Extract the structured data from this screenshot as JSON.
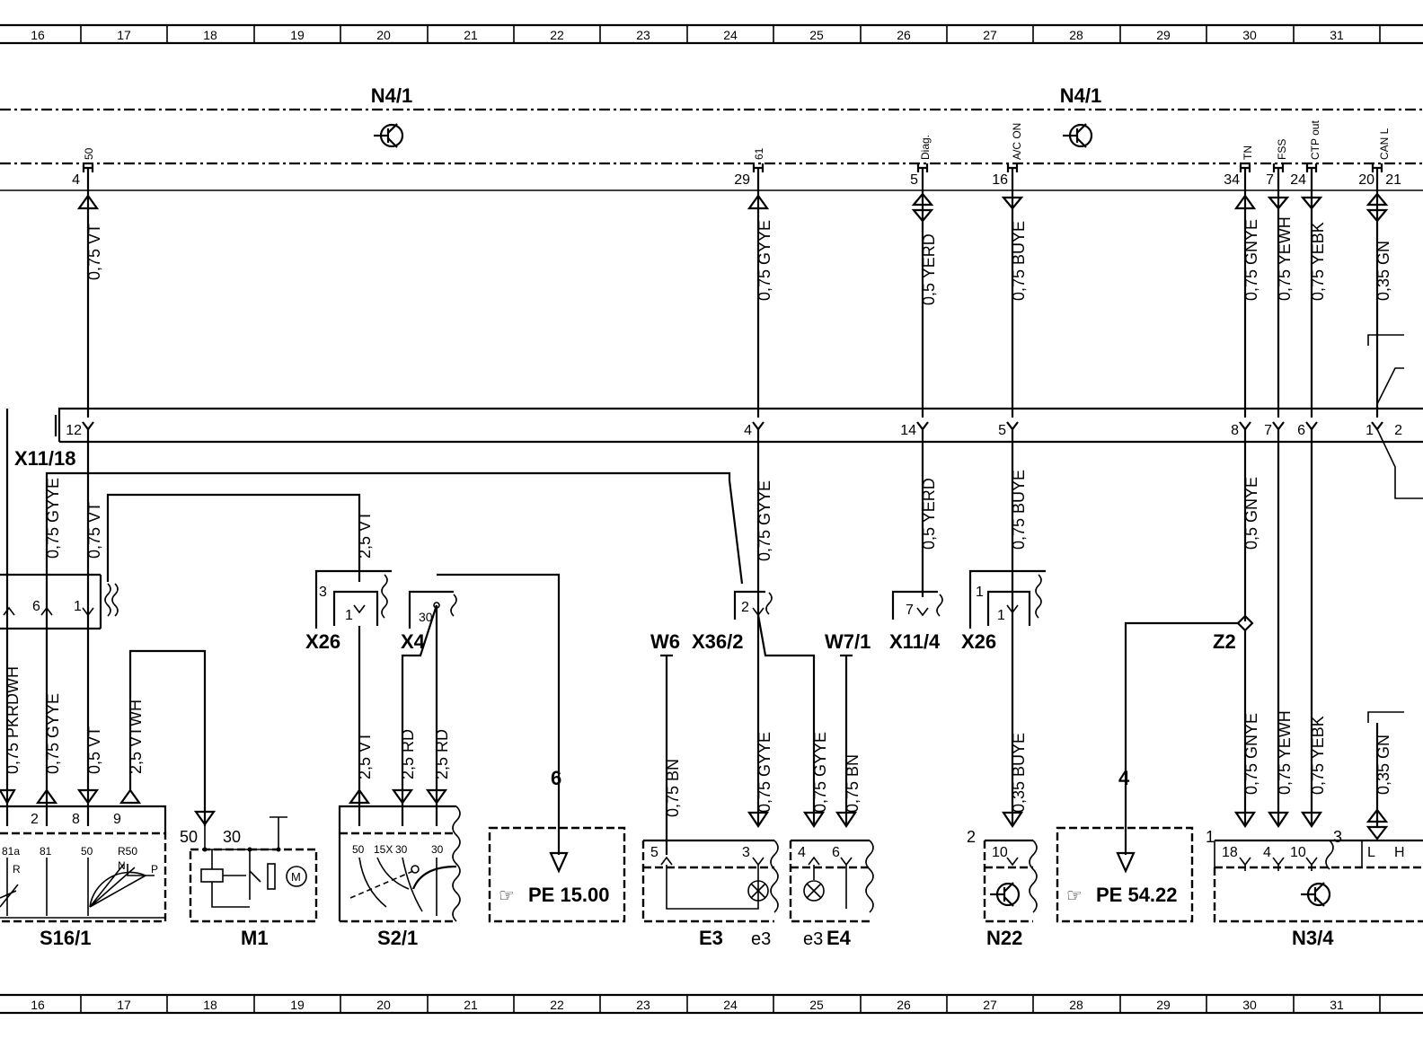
{
  "grid_numbers": [
    "16",
    "17",
    "18",
    "19",
    "20",
    "21",
    "22",
    "23",
    "24",
    "25",
    "26",
    "27",
    "28",
    "29",
    "30",
    "31"
  ],
  "control_unit": {
    "label_left": "N4/1",
    "label_right": "N4/1"
  },
  "pin_signals": [
    "50",
    "61",
    "Diag.",
    "A/C ON",
    "TN",
    "FSS",
    "CTP out",
    "CAN L"
  ],
  "pins_top": [
    "4",
    "29",
    "5",
    "16",
    "34",
    "7",
    "24",
    "20",
    "21"
  ],
  "connector_x11_18": {
    "label": "X11/18",
    "pins": [
      "12",
      "4",
      "14",
      "5",
      "8",
      "7",
      "6",
      "1",
      "2"
    ]
  },
  "wires_upper": [
    "0,75 VT",
    "0,75 GYYE",
    "0,5 YERD",
    "0,75 BUYE",
    "0,75 GNYE",
    "0,75 YEWH",
    "0,75 YEBK",
    "0,35 GN"
  ],
  "wires_mid": [
    "0,75 GYYE",
    "0,75 VT",
    "2,5 VT",
    "0,75 GYYE",
    "0,5 YERD",
    "0,75 BUYE",
    "0,5 GNYE"
  ],
  "wires_lower": [
    "0,75 PKRDWH",
    "0,75 GYYE",
    "0,5 VT",
    "2,5 VTWH",
    "2,5 VT",
    "2,5 RD",
    "2,5 RD",
    "0,75 BN",
    "0,75 GYYE",
    "0,75 GYYE",
    "0,75 BN",
    "0,35 BUYE",
    "0,75 GNYE",
    "0,75 YEWH",
    "0,75 YEBK",
    "0,35 GN"
  ],
  "connectors": [
    "X26",
    "X4",
    "W6",
    "X36/2",
    "W7/1",
    "X11/4",
    "X26",
    "Z2"
  ],
  "connector_pins": [
    "6",
    "1",
    "3",
    "1",
    "30",
    "2",
    "7",
    "1",
    "1"
  ],
  "components": [
    "S16/1",
    "M1",
    "S2/1",
    "E3",
    "E4",
    "N22",
    "N3/4"
  ],
  "component_sublabels": [
    "e3",
    "e3"
  ],
  "component_pins": {
    "s16": [
      "2",
      "8",
      "9",
      "81a",
      "81",
      "50",
      "R50",
      "R",
      "N",
      "P"
    ],
    "m1": [
      "50",
      "30"
    ],
    "s2": [
      "50",
      "15X",
      "30",
      "30"
    ],
    "e3": [
      "5",
      "3"
    ],
    "e4": [
      "4",
      "6"
    ],
    "n22": [
      "2",
      "10"
    ],
    "n34": [
      "1",
      "18",
      "4",
      "10",
      "3",
      "L",
      "H"
    ]
  },
  "arrow_numbers": [
    "6",
    "4"
  ],
  "page_refs": [
    {
      "prefix": "☞",
      "label": "PE 15.00"
    },
    {
      "prefix": "☞",
      "label": "PE 54.22"
    }
  ]
}
